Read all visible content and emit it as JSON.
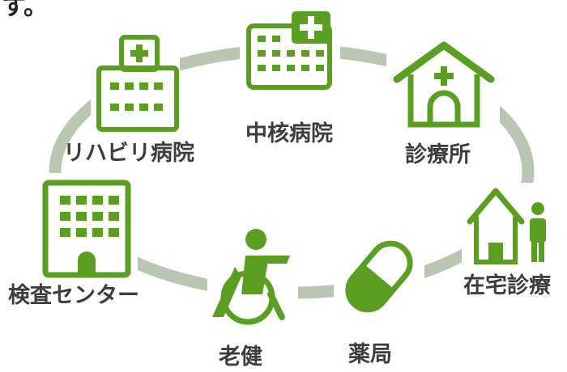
{
  "colors": {
    "accent": "#5a9e22",
    "ring": "#b9c7b2",
    "text": "#3d3d3d"
  },
  "top_fragment": "す。",
  "nodes": [
    {
      "label": "中核病院",
      "icon": "hospital-icon"
    },
    {
      "label": "診療所",
      "icon": "clinic-house-icon"
    },
    {
      "label": "在宅診療",
      "icon": "home-care-icon"
    },
    {
      "label": "薬局",
      "icon": "pill-capsule-icon"
    },
    {
      "label": "老健",
      "icon": "wheelchair-icon"
    },
    {
      "label": "検査センター",
      "icon": "office-building-icon"
    },
    {
      "label": "リハビリ病院",
      "icon": "rehab-hospital-icon"
    }
  ]
}
